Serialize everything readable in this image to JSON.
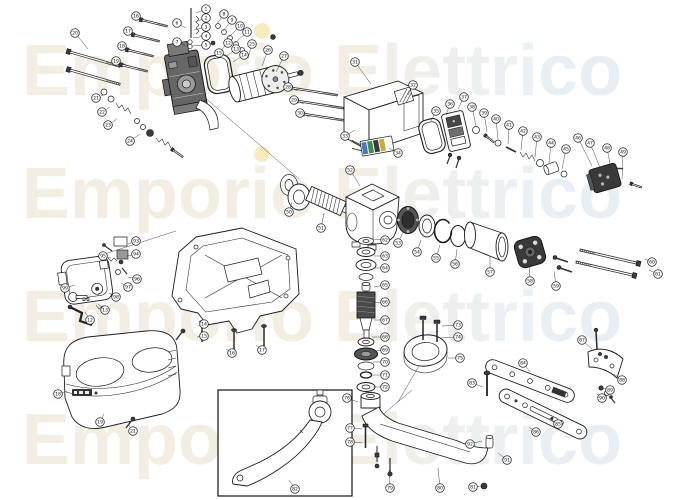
{
  "watermark": {
    "text": "Emporio Elettrico",
    "color_left": "#f3eee3",
    "color_right": "#e4edf4",
    "dot_color": "#f6ecc0",
    "rows_y": [
      95,
      218,
      341,
      464
    ]
  },
  "colors": {
    "terminal": [
      "#4a79c4",
      "#3f8f4a",
      "#3a3a3a",
      "#caa93f"
    ],
    "part_dark": "#3c3c3c",
    "line": "#1c1c1c"
  },
  "callouts": [
    [
      1,
      206,
      9,
      196,
      13
    ],
    [
      2,
      206,
      18,
      195,
      22
    ],
    [
      3,
      206,
      27,
      194,
      30
    ],
    [
      4,
      206,
      36,
      193,
      38
    ],
    [
      5,
      206,
      45,
      192,
      46
    ],
    [
      6,
      177,
      23,
      186,
      28
    ],
    [
      7,
      177,
      42,
      186,
      46
    ],
    [
      8,
      224,
      14,
      217,
      24
    ],
    [
      9,
      232,
      20,
      223,
      31
    ],
    [
      10,
      240,
      26,
      229,
      37
    ],
    [
      11,
      247,
      32,
      235,
      43
    ],
    [
      12,
      228,
      43,
      221,
      50
    ],
    [
      13,
      236,
      49,
      227,
      56
    ],
    [
      14,
      244,
      55,
      233,
      62
    ],
    [
      15,
      219,
      53,
      213,
      59
    ],
    [
      16,
      136,
      16,
      147,
      21
    ],
    [
      17,
      128,
      31,
      140,
      36
    ],
    [
      18,
      122,
      46,
      134,
      51
    ],
    [
      19,
      116,
      61,
      129,
      66
    ],
    [
      20,
      75,
      33,
      88,
      49
    ],
    [
      21,
      96,
      98,
      103,
      95
    ],
    [
      22,
      102,
      112,
      110,
      107
    ],
    [
      23,
      108,
      125,
      117,
      119
    ],
    [
      24,
      130,
      141,
      140,
      134
    ],
    [
      25,
      252,
      44,
      248,
      58
    ],
    [
      26,
      268,
      50,
      262,
      66
    ],
    [
      27,
      284,
      56,
      276,
      72
    ],
    [
      28,
      288,
      87,
      298,
      91
    ],
    [
      29,
      294,
      100,
      304,
      104
    ],
    [
      30,
      300,
      113,
      310,
      117
    ],
    [
      31,
      355,
      62,
      371,
      84
    ],
    [
      32,
      413,
      85,
      408,
      95
    ],
    [
      33,
      345,
      136,
      355,
      130
    ],
    [
      34,
      398,
      153,
      389,
      148
    ],
    [
      35,
      436,
      111,
      431,
      121
    ],
    [
      36,
      450,
      104,
      446,
      115
    ],
    [
      37,
      464,
      97,
      458,
      109
    ],
    [
      38,
      472,
      107,
      476,
      126
    ],
    [
      39,
      484,
      113,
      487,
      132
    ],
    [
      40,
      496,
      119,
      498,
      139
    ],
    [
      41,
      509,
      125,
      508,
      144
    ],
    [
      42,
      523,
      131,
      521,
      150
    ],
    [
      43,
      537,
      137,
      535,
      157
    ],
    [
      44,
      551,
      143,
      549,
      163
    ],
    [
      45,
      566,
      149,
      562,
      169
    ],
    [
      46,
      578,
      138,
      592,
      166
    ],
    [
      47,
      590,
      143,
      601,
      170
    ],
    [
      48,
      607,
      148,
      612,
      174
    ],
    [
      49,
      623,
      152,
      622,
      179
    ],
    [
      50,
      289,
      212,
      292,
      202
    ],
    [
      51,
      321,
      228,
      324,
      213
    ],
    [
      52,
      350,
      170,
      360,
      186
    ],
    [
      53,
      398,
      243,
      403,
      232
    ],
    [
      54,
      417,
      252,
      421,
      240
    ],
    [
      55,
      436,
      258,
      440,
      245
    ],
    [
      56,
      455,
      264,
      457,
      249
    ],
    [
      57,
      490,
      272,
      490,
      257
    ],
    [
      58,
      530,
      281,
      529,
      265
    ],
    [
      59,
      556,
      286,
      554,
      271
    ],
    [
      60,
      652,
      262,
      645,
      259
    ],
    [
      61,
      658,
      274,
      649,
      270
    ],
    [
      62,
      385,
      240,
      373,
      239
    ],
    [
      63,
      385,
      256,
      374,
      256
    ],
    [
      64,
      385,
      268,
      374,
      268
    ],
    [
      65,
      385,
      285,
      374,
      287
    ],
    [
      66,
      385,
      302,
      372,
      303
    ],
    [
      67,
      385,
      320,
      374,
      320
    ],
    [
      68,
      385,
      337,
      372,
      337
    ],
    [
      69,
      385,
      350,
      375,
      351
    ],
    [
      70,
      385,
      362,
      373,
      362
    ],
    [
      71,
      385,
      375,
      371,
      375
    ],
    [
      72,
      385,
      387,
      373,
      387
    ],
    [
      73,
      458,
      325,
      442,
      326
    ],
    [
      74,
      458,
      337,
      440,
      338
    ],
    [
      75,
      460,
      358,
      448,
      358
    ],
    [
      76,
      347,
      398,
      358,
      402
    ],
    [
      77,
      350,
      428,
      362,
      429
    ],
    [
      78,
      350,
      442,
      363,
      443
    ],
    [
      79,
      390,
      488,
      389,
      470
    ],
    [
      80,
      440,
      488,
      438,
      468
    ],
    [
      81,
      473,
      487,
      481,
      486
    ],
    [
      82,
      295,
      489,
      289,
      480
    ],
    [
      83,
      472,
      383,
      483,
      387
    ],
    [
      84,
      523,
      363,
      530,
      372
    ],
    [
      85,
      558,
      424,
      549,
      418
    ],
    [
      86,
      536,
      432,
      529,
      427
    ],
    [
      87,
      582,
      340,
      592,
      349
    ],
    [
      88,
      622,
      380,
      614,
      374
    ],
    [
      89,
      610,
      390,
      603,
      388
    ],
    [
      90,
      602,
      398,
      597,
      394
    ],
    [
      91,
      507,
      460,
      498,
      453
    ],
    [
      92,
      470,
      444,
      482,
      441
    ],
    [
      93,
      136,
      241,
      128,
      244
    ],
    [
      94,
      136,
      254,
      127,
      256
    ],
    [
      95,
      103,
      256,
      111,
      258
    ],
    [
      96,
      137,
      279,
      128,
      277
    ],
    [
      97,
      128,
      287,
      121,
      283
    ],
    [
      98,
      116,
      297,
      109,
      293
    ],
    [
      99,
      65,
      288,
      75,
      285
    ],
    [
      12,
      90,
      320,
      85,
      312
    ],
    [
      13,
      105,
      310,
      98,
      304
    ],
    [
      14,
      204,
      324,
      198,
      326
    ],
    [
      15,
      204,
      336,
      197,
      337
    ],
    [
      16,
      232,
      353,
      226,
      349
    ],
    [
      17,
      262,
      350,
      256,
      345
    ],
    [
      18,
      58,
      394,
      67,
      391
    ],
    [
      19,
      100,
      422,
      104,
      414
    ],
    [
      21,
      133,
      431,
      128,
      424
    ]
  ]
}
